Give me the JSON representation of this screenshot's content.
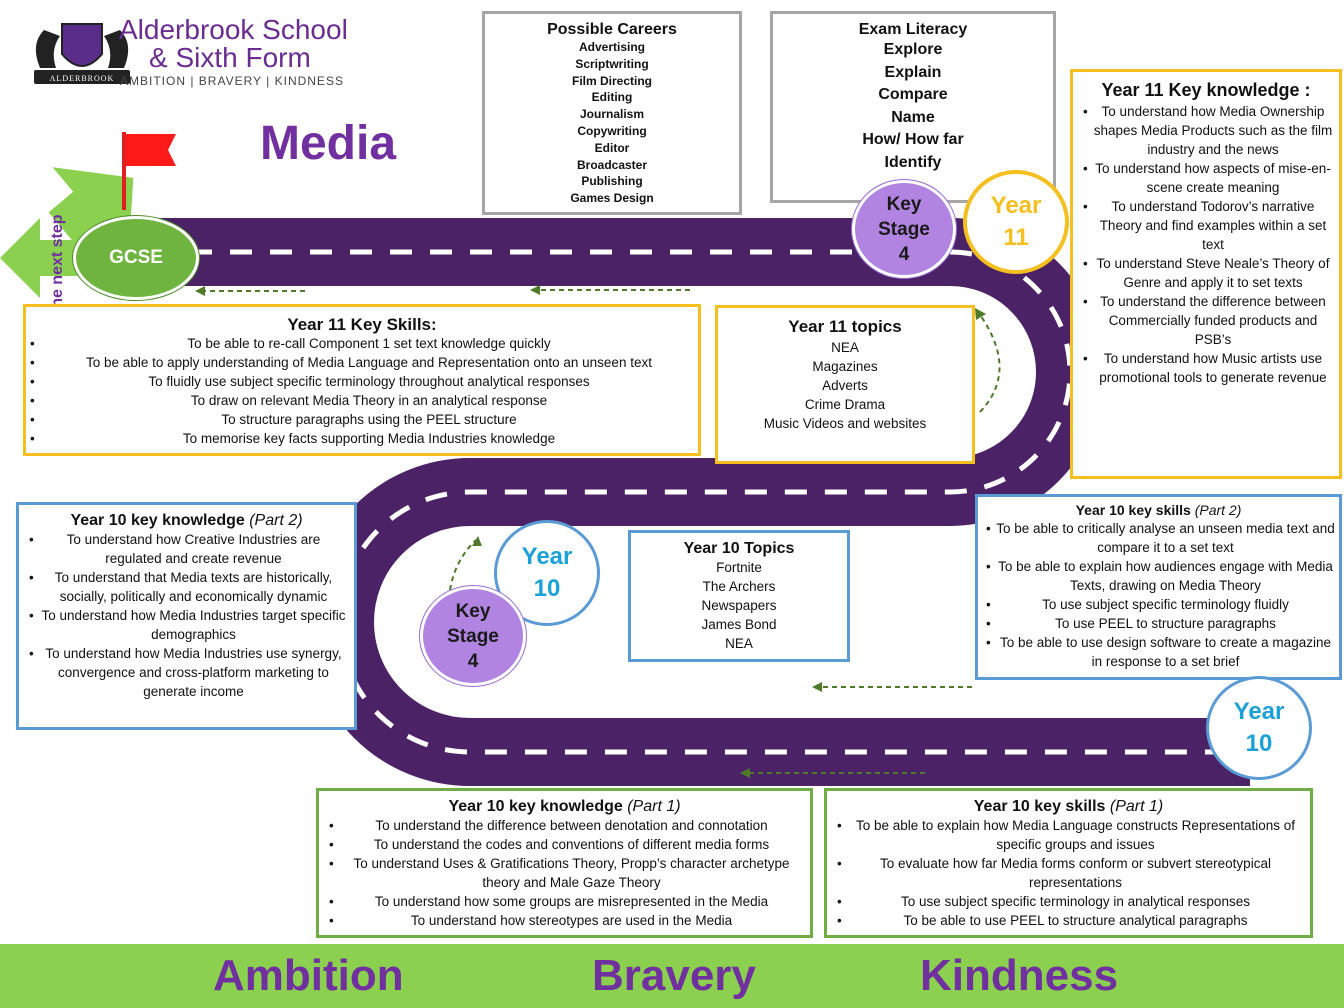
{
  "school": {
    "name_line1": "Alderbrook School",
    "name_line2": "& Sixth Form",
    "tagline": "AMBITION | BRAVERY | KINDNESS",
    "crest_text": "ALDERBROOK"
  },
  "subject_title": "Media",
  "next_step_label": "The next step",
  "gcse_label": "GCSE",
  "careers": {
    "title": "Possible Careers",
    "items": [
      "Advertising",
      "Scriptwriting",
      "Film Directing",
      "Editing",
      "Journalism",
      "Copywriting",
      "Editor",
      "Broadcaster",
      "Publishing",
      "Games Design"
    ]
  },
  "exam_literacy": {
    "title": "Exam Literacy",
    "items": [
      "Explore",
      "Explain",
      "Compare",
      "Name",
      "How/ How far",
      "Identify"
    ]
  },
  "key_stage_top": {
    "line1": "Key",
    "line2": "Stage",
    "line3": "4"
  },
  "key_stage_mid": {
    "line1": "Key",
    "line2": "Stage",
    "line3": "4"
  },
  "year11_circle": {
    "line1": "Year",
    "line2": "11"
  },
  "year10_circle_mid": {
    "line1": "Year",
    "line2": "10"
  },
  "year10_circle_right": {
    "line1": "Year",
    "line2": "10"
  },
  "y11_knowledge": {
    "title": "Year 11 Key knowledge :",
    "items": [
      "To understand how Media Ownership shapes Media Products such as the film industry and the news",
      "To understand how aspects of mise-en-scene create meaning",
      "To understand Todorov’s narrative Theory and find examples within a set text",
      "To understand Steve Neale’s Theory of Genre and apply it to set texts",
      "To understand the difference between Commercially funded products and PSB’s",
      "To understand how Music artists use promotional  tools to generate revenue"
    ]
  },
  "y11_skills": {
    "title": "Year 11 Key Skills:",
    "items": [
      "To be able to re-call Component  1 set text knowledge quickly",
      "To be able to apply understanding of Media Language and Representation onto an unseen text",
      "To fluidly use subject specific terminology throughout  analytical responses",
      "To draw on relevant Media Theory in an analytical response",
      "To structure paragraphs using the PEEL structure",
      "To memorise key facts supporting Media Industries knowledge"
    ]
  },
  "y11_topics": {
    "title": "Year 11 topics",
    "items": [
      "NEA",
      "Magazines",
      "Adverts",
      "Crime Drama",
      "Music Videos and websites"
    ]
  },
  "y10_knowledge_p2": {
    "title": "Year 10 key knowledge",
    "part": "(Part 2)",
    "items": [
      "To understand how Creative Industries are regulated and create revenue",
      "To understand that Media texts are historically, socially, politically and economically dynamic",
      "To understand how Media Industries target specific demographics",
      "To understand how Media Industries use synergy, convergence and cross-platform marketing to generate income"
    ]
  },
  "y10_topics": {
    "title": "Year 10 Topics",
    "items": [
      "Fortnite",
      "The Archers",
      "Newspapers",
      "James Bond",
      "NEA"
    ]
  },
  "y10_skills_p2": {
    "title": "Year 10 key skills",
    "part": "(Part 2)",
    "items": [
      "To be able to critically analyse an unseen media text and compare it to a set text",
      "To be able to explain how audiences engage with Media Texts, drawing on Media Theory",
      "To use subject specific terminology fluidly",
      "To use PEEL to structure paragraphs",
      "To be able to use design software to create a magazine in response to a set brief"
    ]
  },
  "y10_knowledge_p1": {
    "title": "Year 10 key knowledge",
    "part": "(Part 1)",
    "items": [
      "To understand the difference between denotation and connotation",
      "To understand the codes and conventions of different media forms",
      "To understand Uses & Gratifications Theory, Propp’s character archetype theory and Male Gaze Theory",
      "To understand how some groups are misrepresented in the Media",
      "To understand how stereotypes are used in the Media"
    ]
  },
  "y10_skills_p1": {
    "title": "Year 10 key skills",
    "part": "(Part 1)",
    "items": [
      "To be able to explain how Media Language constructs Representations of specific groups and issues",
      "To evaluate how far Media forms conform  or subvert stereotypical representations",
      "To use subject specific terminology in analytical responses",
      "To be able to use PEEL to structure analytical paragraphs"
    ]
  },
  "footer": {
    "word1": "Ambition",
    "word2": "Bravery",
    "word3": "Kindness"
  },
  "colors": {
    "purple": "#7030a0",
    "road": "#4b2266",
    "gold": "#f5bf1f",
    "blue": "#5b9bd5",
    "green": "#70ad47",
    "lime": "#8cd04f"
  }
}
